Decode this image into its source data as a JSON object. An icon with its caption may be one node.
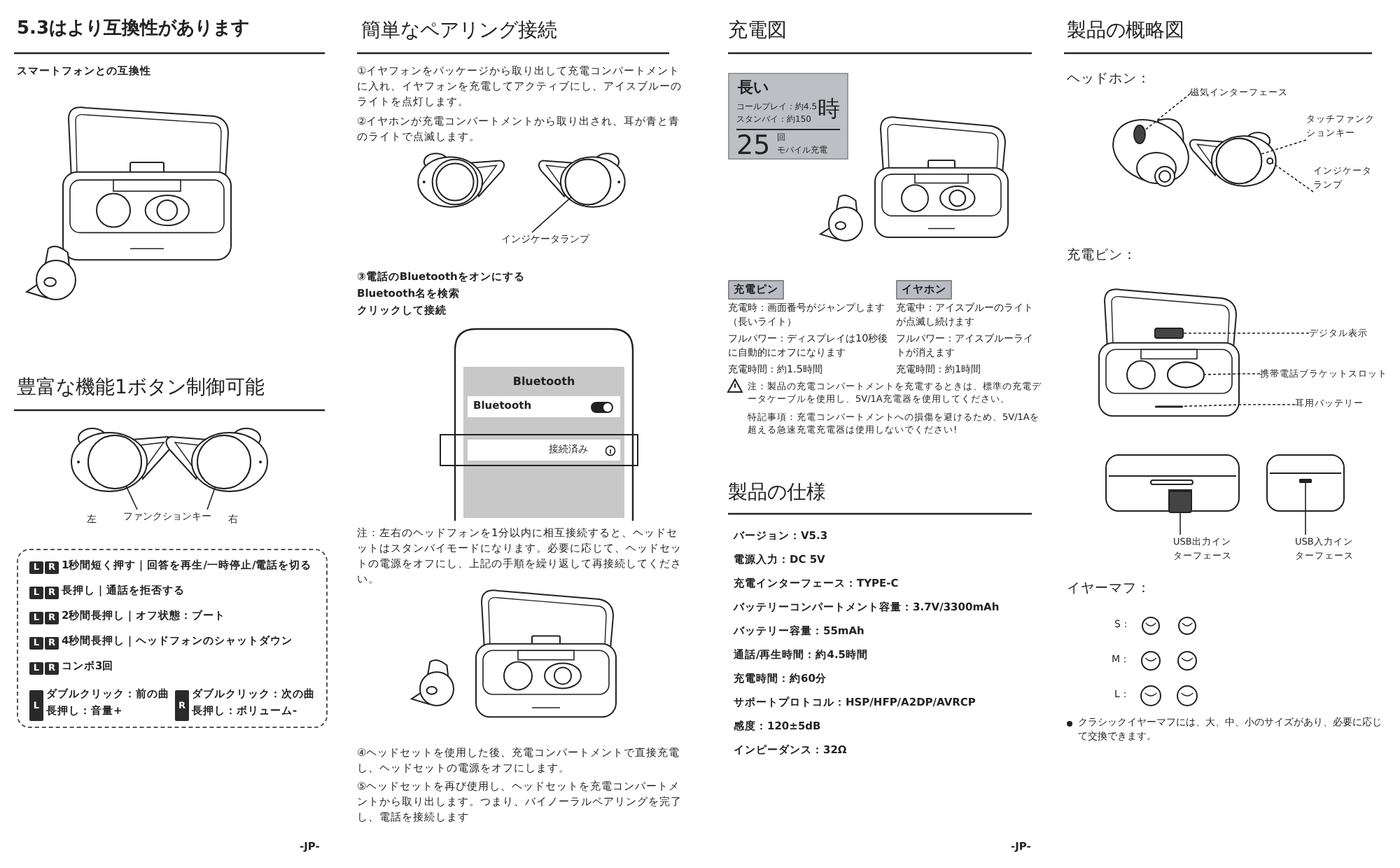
{
  "diagram": {
    "nodes": [
      {
        "text": [
          "ファンクションキー"
        ]
      },
      {
        "text": [
          "1秒間短く押す｜回答を再生/一時停止/電話を切る",
          "長押し｜通話を拒否する",
          "2秒間長押し｜オフ状態：ブート",
          "4秒間長押し｜ヘッドフォンのシャットダウン",
          "コンボ3回",
          "ダブルクリック：前の曲",
          "長押し：音量+",
          "ダブルクリック：次の曲",
          "長押し：ボリューム-"
        ]
      },
      {
        "text": [
          "L"
        ],
        "in": 1
      },
      {
        "text": [
          "R"
        ],
        "in": 1
      },
      {
        "text": [
          "L"
        ],
        "in": 1
      },
      {
        "text": [
          "R"
        ],
        "in": 1
      },
      {
        "text": [
          "L"
        ],
        "in": 1
      },
      {
        "text": [
          "R"
        ],
        "in": 1
      },
      {
        "text": [
          "L"
        ],
        "in": 1
      },
      {
        "text": [
          "R"
        ],
        "in": 1
      },
      {
        "text": [
          "L"
        ],
        "in": 1
      },
      {
        "text": [
          "R"
        ],
        "in": 1
      },
      {
        "text": [
          "L"
        ],
        "in": 1
      },
      {
        "text": [
          "R"
        ],
        "in": 1
      },
      {
        "text": [
          "インジケータランプ"
        ]
      },
      {
        "text": [
          "Bluetooth"
        ]
      },
      {
        "text": [
          "Bluetooth"
        ],
        "in": 15
      },
      {
        "text": [
          "接続済み"
        ],
        "in": 15
      },
      {
        "text": [
          "長い",
          "コールプレイ：約4.5",
          "スタンバイ：約150",
          "時",
          "25",
          "回",
          "モバイル充電"
        ]
      },
      {
        "text": [
          "充電ピン"
        ]
      },
      {
        "text": [
          "イヤホン"
        ]
      },
      {
        "text": [
          "磁気インターフェース"
        ]
      },
      {
        "text": [
          "タッチファンクションキー"
        ]
      },
      {
        "text": [
          "インジケータランプ"
        ]
      },
      {
        "text": [
          "デジタル表示"
        ]
      },
      {
        "text": [
          "携帯電話ブラケットスロット"
        ]
      },
      {
        "text": [
          "耳用バッテリー"
        ]
      },
      {
        "text": [
          "USB出力インターフェース"
        ]
      },
      {
        "text": [
          "USB入力インターフェース"
        ]
      },
      {
        "text": [],
        "shape": "circle"
      },
      {
        "text": [],
        "shape": "circle"
      },
      {
        "text": [],
        "shape": "circle"
      },
      {
        "text": [],
        "shape": "ellipse"
      },
      {
        "text": [],
        "shape": "circle"
      },
      {
        "text": [],
        "shape": "circle"
      },
      {
        "text": [],
        "shape": "box"
      },
      {
        "text": [],
        "shape": "ellipse"
      },
      {
        "text": [],
        "shape": "bar"
      },
      {
        "text": [],
        "shape": "box"
      },
      {
        "text": [],
        "shape": "bar"
      }
    ],
    "edges": [
      {
        "from": 0,
        "to": 29,
        "arrow": "none"
      },
      {
        "from": 0,
        "to": 30,
        "arrow": "none"
      },
      {
        "from": 14,
        "to": 31,
        "arrow": "none"
      },
      {
        "from": 21,
        "to": 32,
        "arrow": "none",
        "style": "dashed"
      },
      {
        "from": 22,
        "to": 33,
        "arrow": "none",
        "style": "dashed"
      },
      {
        "from": 23,
        "to": 34,
        "arrow": "none",
        "style": "dashed"
      },
      {
        "from": 24,
        "to": 35,
        "arrow": "none",
        "style": "dashed"
      },
      {
        "from": 25,
        "to": 36,
        "arrow": "none",
        "style": "dashed"
      },
      {
        "from": 26,
        "to": 37,
        "arrow": "none",
        "style": "dashed"
      },
      {
        "from": 27,
        "to": 38,
        "arrow": "none"
      },
      {
        "from": 28,
        "to": 39,
        "arrow": "none"
      }
    ],
    "labels": [
      "5.3はより互換性があります",
      "スマートフォンとの互換性",
      "豊富な機能1ボタン制御可能",
      "左",
      "右",
      "-JP-",
      "簡単なペアリング接続",
      "①イヤフォンをパッケージから取り出して充電コンパートメントに入れ、イヤフォンを充電してアクティブにし、アイスブルーのライトを点灯します。",
      "②イヤホンが充電コンパートメントから取り出され、耳が青と青のライトで点滅します。",
      "③電話のBluetoothをオンにする",
      "Bluetooth名を検索",
      "クリックして接続",
      "注：左右のヘッドフォンを1分以内に相互接続すると、ヘッドセットはスタンバイモードになります。必要に応じて、ヘッドセットの電源をオフにし、上記の手順を繰り返して再接続してください。",
      "④ヘッドセットを使用した後、充電コンパートメントで直接充電し、ヘッドセットの電源をオフにします。",
      "⑤ヘッドセットを再び使用し、ヘッドセットを充電コンパートメントから取り出します。つまり、バイノーラルペアリングを完了し、電話を接続します",
      "充電図",
      "充電時：画面番号がジャンプします（長いライト）",
      "フルパワー：ディスプレイは10秒後に自動的にオフになります",
      "充電時間：約1.5時間",
      "充電中：アイスブルーのライトが点滅し続けます",
      "フルパワー：アイスブルーライトが消えます",
      "充電時間：約1時間",
      "注：製品の充電コンパートメントを充電するときは、標準の充電データケーブルを使用し、5V/1A充電器を使用してください。",
      "特記事項：充電コンパートメントへの損傷を避けるため、5V/1Aを超える急速充電充電器は使用しないでください!",
      "製品の仕様",
      "バージョン：V5.3",
      "電源入力：DC 5V",
      "充電インターフェース：TYPE-C",
      "バッテリーコンパートメント容量：3.7V/3300mAh",
      "バッテリー容量：55mAh",
      "通話/再生時間：約4.5時間",
      "充電時間：約60分",
      "サポートプロトコル：HSP/HFP/A2DP/AVRCP",
      "感度：120±5dB",
      "インピーダンス：32Ω",
      "-JP-",
      "製品の概略図",
      "ヘッドホン：",
      "充電ビン：",
      "イヤーマフ：",
      "S：",
      "M：",
      "L：",
      "クラシックイヤーマフには、大、中、小のサイズがあり、必要に応じて交換できます。"
    ]
  }
}
